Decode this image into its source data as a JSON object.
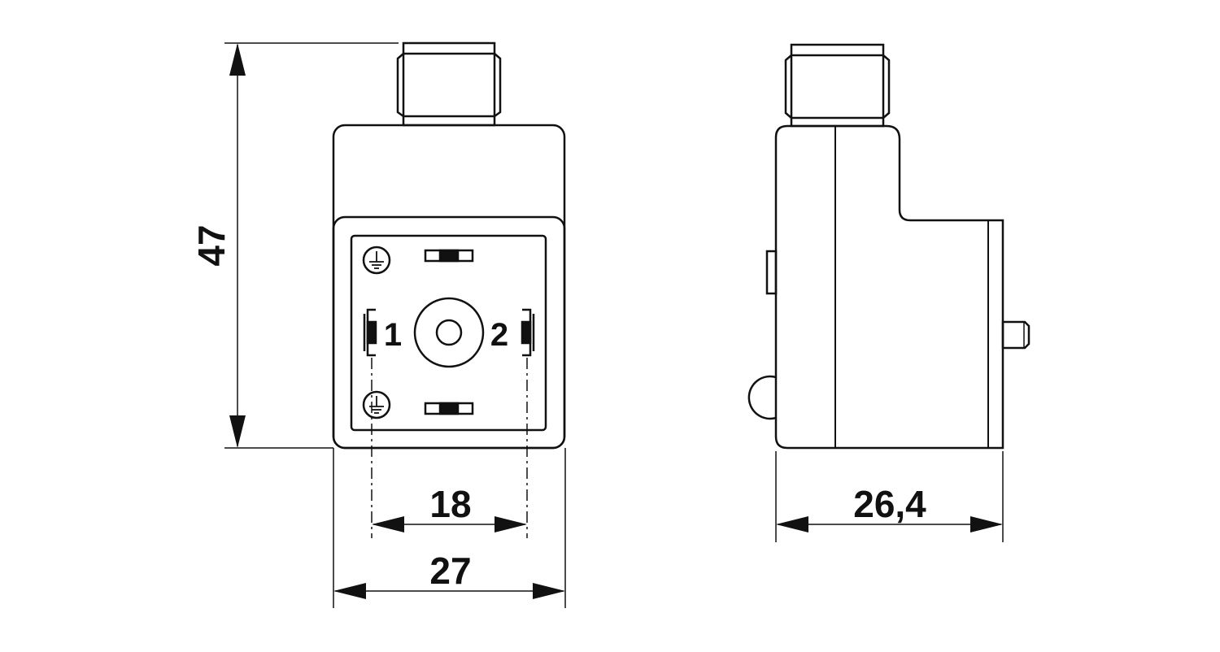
{
  "drawing": {
    "dimensions": {
      "height": "47",
      "pin_spacing": "18",
      "front_width": "27",
      "side_depth": "26,4"
    },
    "pin_labels": {
      "pin1": "1",
      "pin2": "2"
    },
    "colors": {
      "line": "#111111",
      "background": "#ffffff"
    },
    "icons": [
      "ground-symbol",
      "ground-symbol"
    ]
  }
}
